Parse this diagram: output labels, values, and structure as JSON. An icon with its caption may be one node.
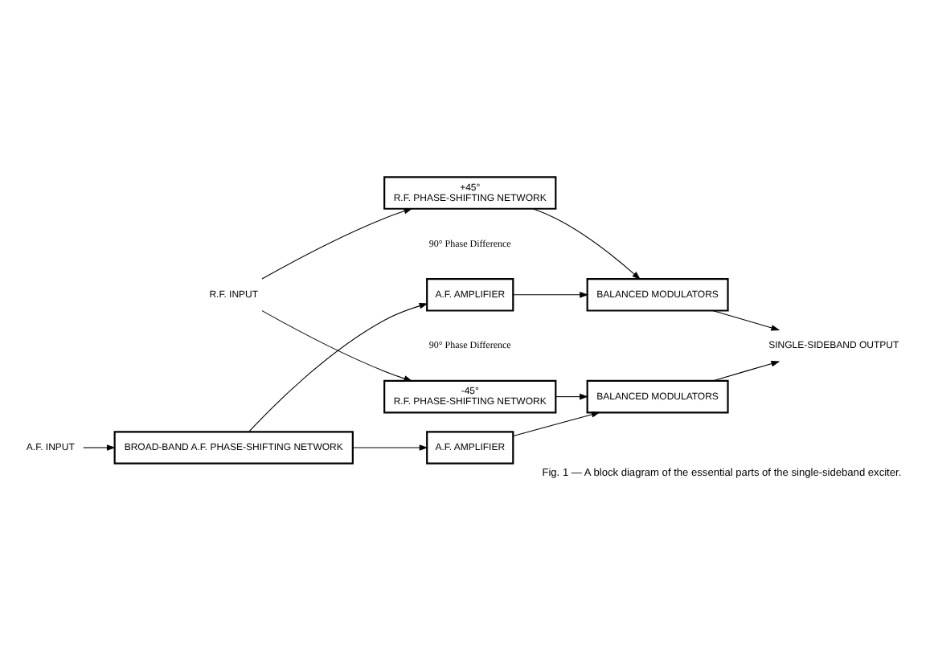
{
  "diagram": {
    "caption": "Fig. 1 — A block diagram of the essential parts of the single-sideband exciter.",
    "nodes": [
      {
        "text": [
          "R.F. INPUT"
        ]
      },
      {
        "text": [
          "+45°",
          "R.F. PHASE-SHIFTING NETWORK"
        ]
      },
      {
        "text": [
          "-45°",
          "R.F. PHASE-SHIFTING NETWORK"
        ]
      },
      {
        "text": [
          "BALANCED MODULATORS"
        ]
      },
      {
        "text": [
          "BALANCED MODULATORS"
        ]
      },
      {
        "text": [
          "SINGLE-SIDEBAND OUTPUT"
        ]
      },
      {
        "text": [
          "A.F. INPUT"
        ]
      },
      {
        "text": [
          "BROAD-BAND A.F. PHASE-SHIFTING NETWORK"
        ]
      },
      {
        "text": [
          "A.F. AMPLIFIER"
        ]
      },
      {
        "text": [
          "A.F. AMPLIFIER"
        ]
      }
    ],
    "edges": [
      {
        "from": 0,
        "to": 1,
        "arrow": "to"
      },
      {
        "from": 0,
        "to": 2,
        "arrow": "to"
      },
      {
        "from": 1,
        "to": 3,
        "arrow": "to"
      },
      {
        "from": 2,
        "to": 4,
        "arrow": "to"
      },
      {
        "from": 3,
        "to": 5,
        "arrow": "to"
      },
      {
        "from": 4,
        "to": 5,
        "arrow": "to"
      },
      {
        "from": 6,
        "to": 7,
        "arrow": "to"
      },
      {
        "from": 7,
        "to": 8,
        "arrow": "to"
      },
      {
        "from": 7,
        "to": 9,
        "arrow": "to"
      },
      {
        "from": 8,
        "to": 3,
        "arrow": "to"
      },
      {
        "from": 9,
        "to": 4,
        "arrow": "to"
      }
    ],
    "labels": [
      "90° Phase Difference",
      "90° Phase Difference"
    ]
  }
}
